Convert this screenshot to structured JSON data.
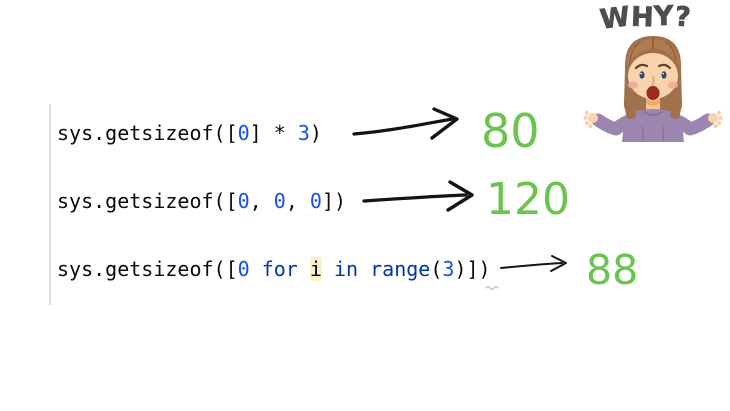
{
  "why": {
    "letters": [
      "W",
      "H",
      "Y",
      "?"
    ]
  },
  "illustration": {
    "name": "confused-woman-shrugging"
  },
  "palette": {
    "code_plain": "#0b0b0b",
    "code_number": "#1750EB",
    "code_keyword": "#0033B3",
    "identifier_highlight_bg": "#FBF2C8",
    "result_green": "#6BC44D",
    "why_gray": "#4E4E4E",
    "arrow_black": "#141414",
    "background": "#ffffff"
  },
  "code_lines": [
    {
      "segments": [
        {
          "text": "sys.getsizeof([",
          "role": "plain"
        },
        {
          "text": "0",
          "role": "number"
        },
        {
          "text": "] * ",
          "role": "plain"
        },
        {
          "text": "3",
          "role": "number"
        },
        {
          "text": ")",
          "role": "plain"
        }
      ],
      "result": "80"
    },
    {
      "segments": [
        {
          "text": "sys.getsizeof([",
          "role": "plain"
        },
        {
          "text": "0",
          "role": "number"
        },
        {
          "text": ", ",
          "role": "plain"
        },
        {
          "text": "0",
          "role": "number"
        },
        {
          "text": ", ",
          "role": "plain"
        },
        {
          "text": "0",
          "role": "number"
        },
        {
          "text": "])",
          "role": "plain"
        }
      ],
      "result": "120"
    },
    {
      "segments": [
        {
          "text": "sys.getsizeof([",
          "role": "plain"
        },
        {
          "text": "0",
          "role": "number"
        },
        {
          "text": " ",
          "role": "plain"
        },
        {
          "text": "for",
          "role": "keyword"
        },
        {
          "text": " ",
          "role": "plain"
        },
        {
          "text": "i",
          "role": "highlighted"
        },
        {
          "text": " ",
          "role": "plain"
        },
        {
          "text": "in",
          "role": "keyword"
        },
        {
          "text": " ",
          "role": "plain"
        },
        {
          "text": "range",
          "role": "keyword"
        },
        {
          "text": "(",
          "role": "plain"
        },
        {
          "text": "3",
          "role": "number"
        },
        {
          "text": ")])",
          "role": "plain"
        }
      ],
      "result": "88"
    }
  ]
}
